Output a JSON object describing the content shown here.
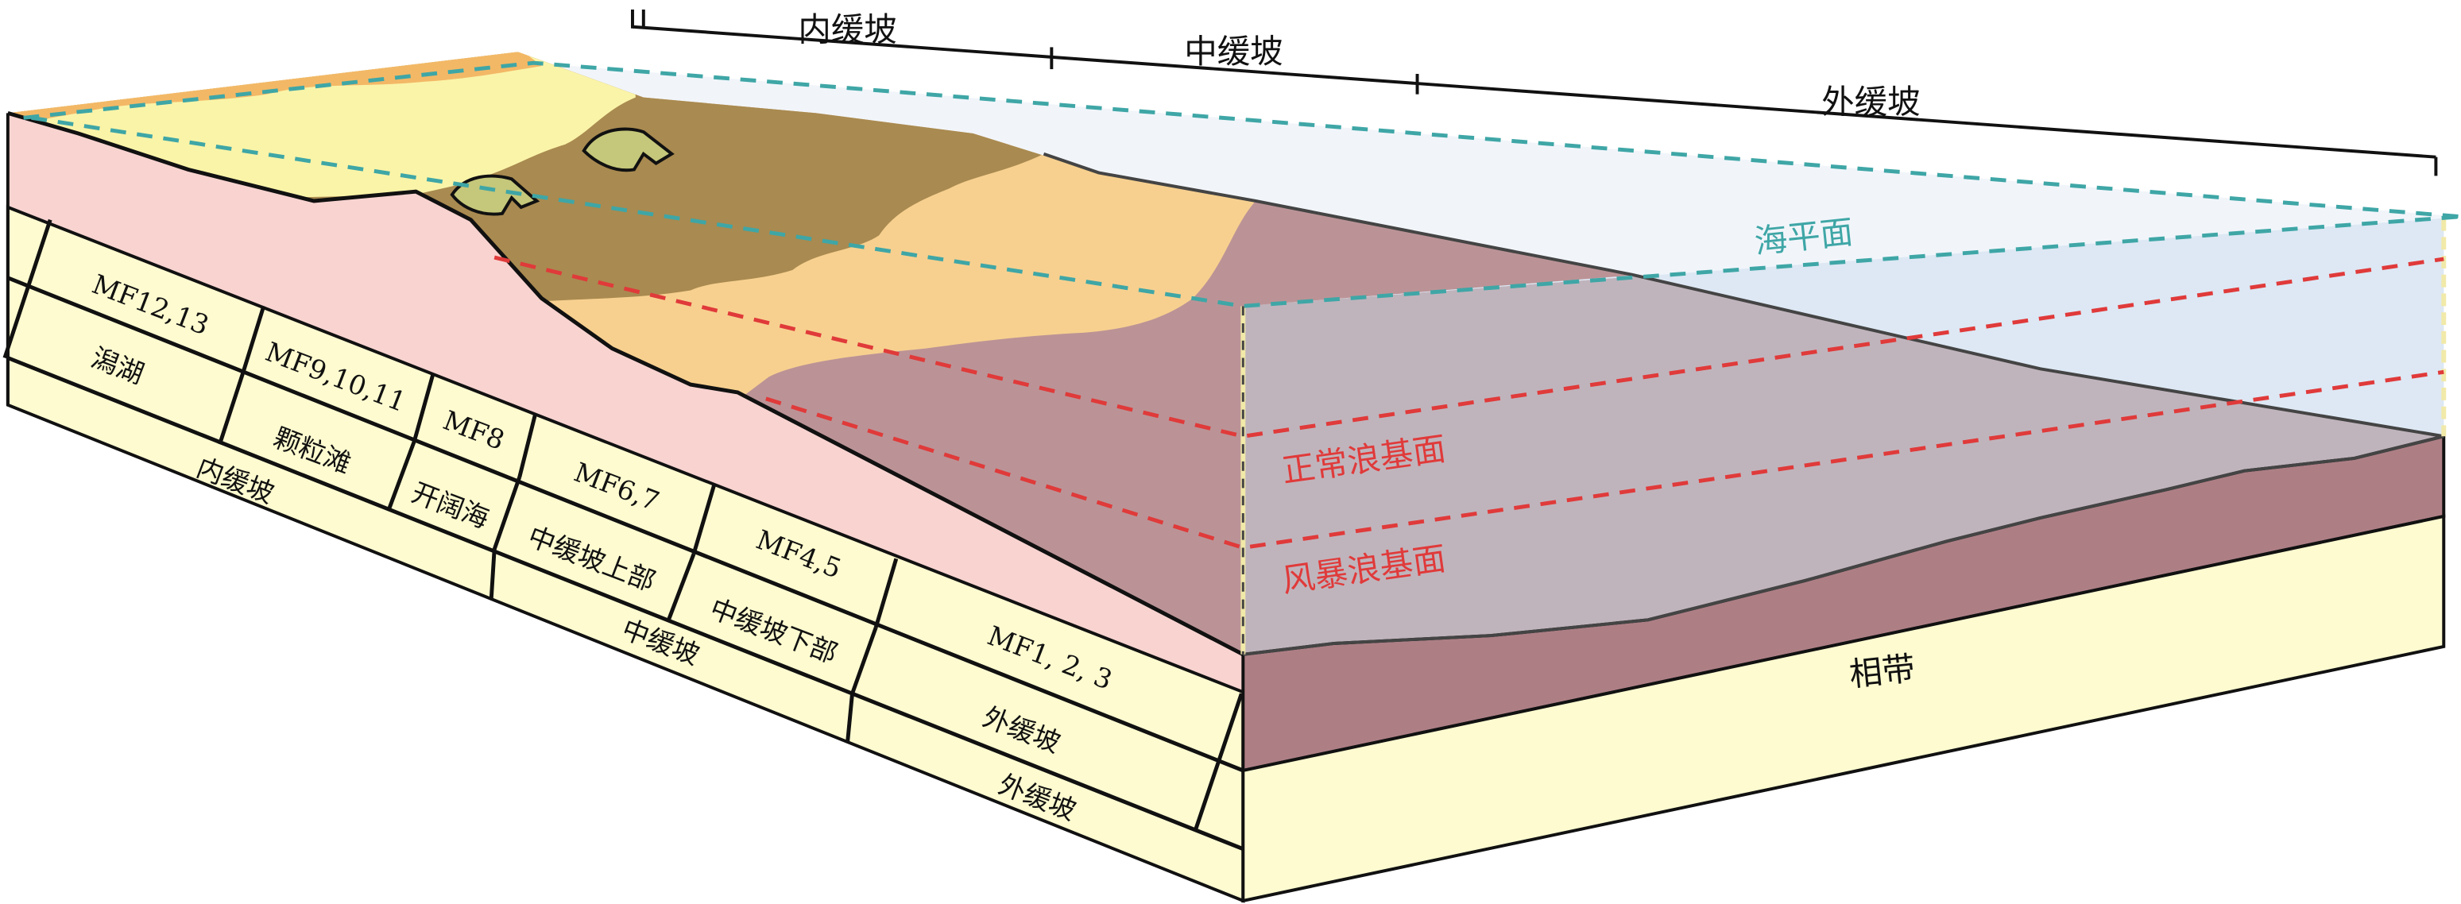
{
  "top_scale": {
    "labels": [
      "内缓坡",
      "中缓坡",
      "外缓坡"
    ]
  },
  "planes": {
    "sea_level": "海平面",
    "normal_wave_base": "正常浪基面",
    "storm_wave_base": "风暴浪基面"
  },
  "block": {
    "front_label": "相带"
  },
  "table": {
    "microfacies": [
      "MF12,13",
      "MF9,10,11",
      "MF8",
      "MF6,7",
      "MF4,5",
      "MF1, 2, 3"
    ],
    "facies": [
      "潟湖",
      "颗粒滩",
      "开阔海",
      "中缓坡上部",
      "中缓坡下部",
      "外缓坡"
    ],
    "zones": [
      "内缓坡",
      "中缓坡",
      "外缓坡"
    ]
  },
  "colors": {
    "sea_line": "#3fa6a6",
    "wave_base_line": "#e03a3a",
    "pink_face": "#f8d3d0",
    "table_fill": "#fefbd0",
    "mauve": "#bb9396",
    "mauve_dark": "#ad7f85",
    "water": "#dde8f4"
  }
}
